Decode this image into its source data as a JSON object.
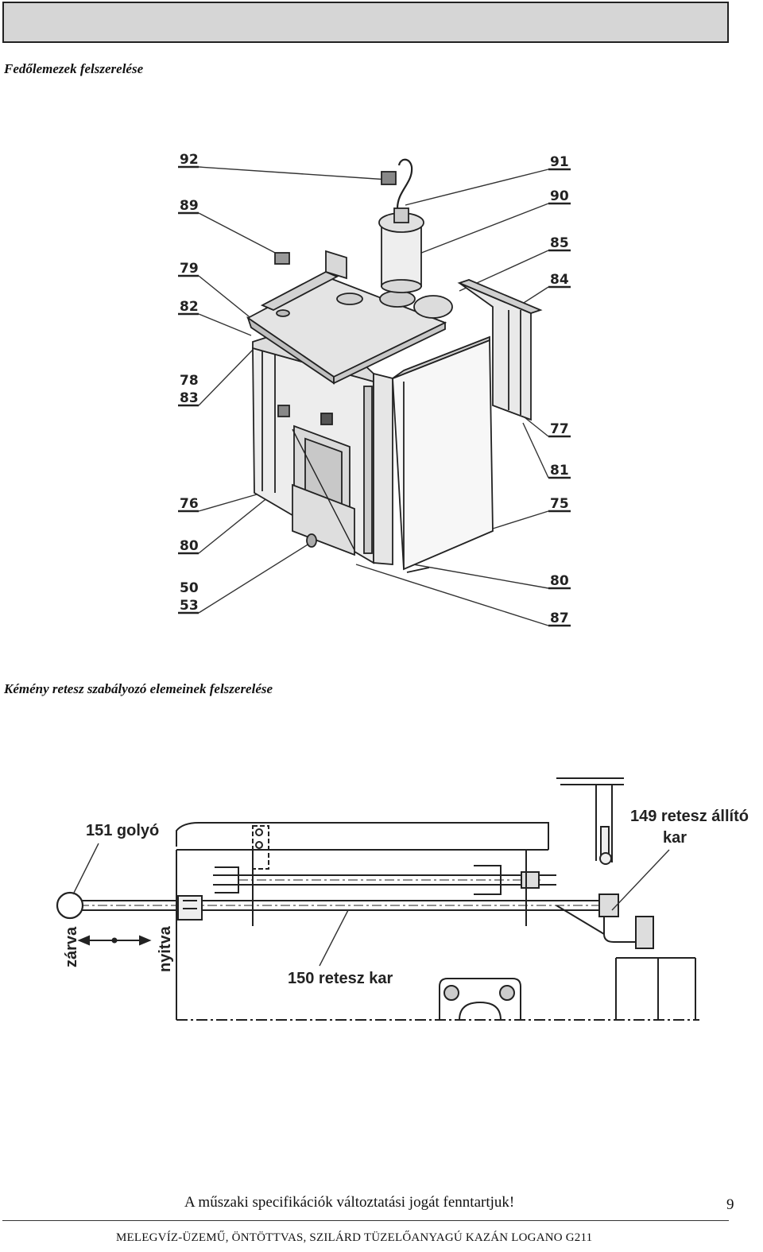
{
  "section1": {
    "title": "Fedőlemezek felszerelése",
    "callouts_left": [
      "92",
      "89",
      "79",
      "82",
      "78",
      "83",
      "76",
      "80",
      "50",
      "53"
    ],
    "callouts_right": [
      "91",
      "90",
      "85",
      "84",
      "77",
      "81",
      "75",
      "80",
      "87"
    ]
  },
  "section2": {
    "title": "Kémény retesz szabályozó elemeinek felszerelése",
    "labels": {
      "ball": "151 golyó",
      "lever_adjust_line1": "149 retesz állító",
      "lever_adjust_line2": "kar",
      "lever": "150 retesz kar",
      "closed": "zárva",
      "open": "nyitva"
    }
  },
  "footer": {
    "note": "A műszaki specifikációk változtatási jogát fenntartjuk!",
    "page_number": "9",
    "product": "MELEGVÍZ-ÜZEMŰ, ÖNTÖTTVAS, SZILÁRD TÜZELŐANYAGÚ KAZÁN LOGANO G211"
  }
}
